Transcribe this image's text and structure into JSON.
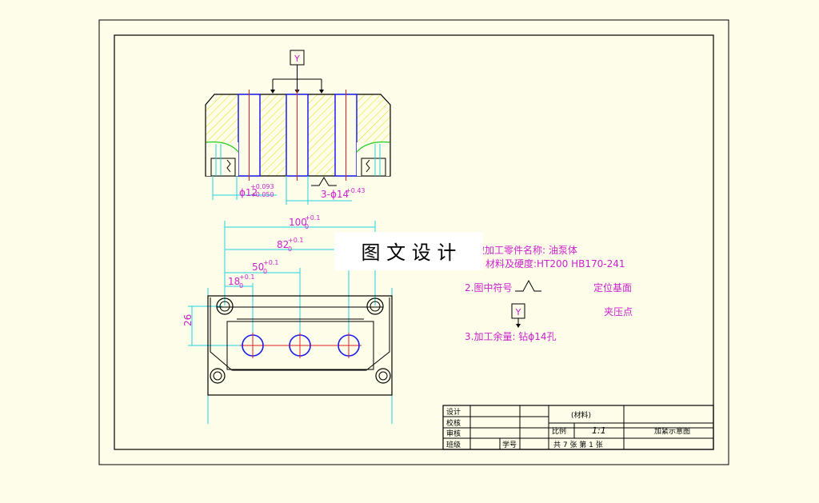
{
  "colors": {
    "background": "#fdfde9",
    "outline": "#000000",
    "hatch": "#e8e000",
    "hole": "#1c1cf0",
    "center": "#e02020",
    "dimension": "#22d4e0",
    "text": "#cc22cc",
    "watermark_bg": "#ffffff"
  },
  "watermark": "图 文 设 计",
  "section_view": {
    "clamp_symbol": "Y",
    "dim_bore": "ϕ12",
    "dim_bore_tol_upper": "+0.093",
    "dim_bore_tol_lower": "+0.050",
    "dim_holes": "3-ϕ14",
    "dim_holes_tol": "+0.43"
  },
  "plan_view": {
    "dim_100": "100",
    "dim_82": "82",
    "dim_50": "50",
    "dim_18": "18",
    "dim_tol": "+0.1",
    "dim_tol_zero": "0",
    "dim_26": "26"
  },
  "notes": {
    "line1": "被加工零件名称:  油泵体",
    "line2": "材料及硬度:HT200    HB170-241",
    "line3_label": "2.图中符号",
    "line3_meaning": "定位基面",
    "clamp_symbol": "Y",
    "clamp_meaning": "夹压点",
    "line5": "3.加工余量:  钻ϕ14孔"
  },
  "title_block": {
    "design": "设计",
    "proofread": "校核",
    "review": "审核",
    "class": "班级",
    "student_no": "学号",
    "material": "(材料)",
    "scale_label": "比例",
    "scale_value": "1:1",
    "drawing_name": "加紧示意图",
    "sheets": "共 7 张    第 1 张"
  }
}
